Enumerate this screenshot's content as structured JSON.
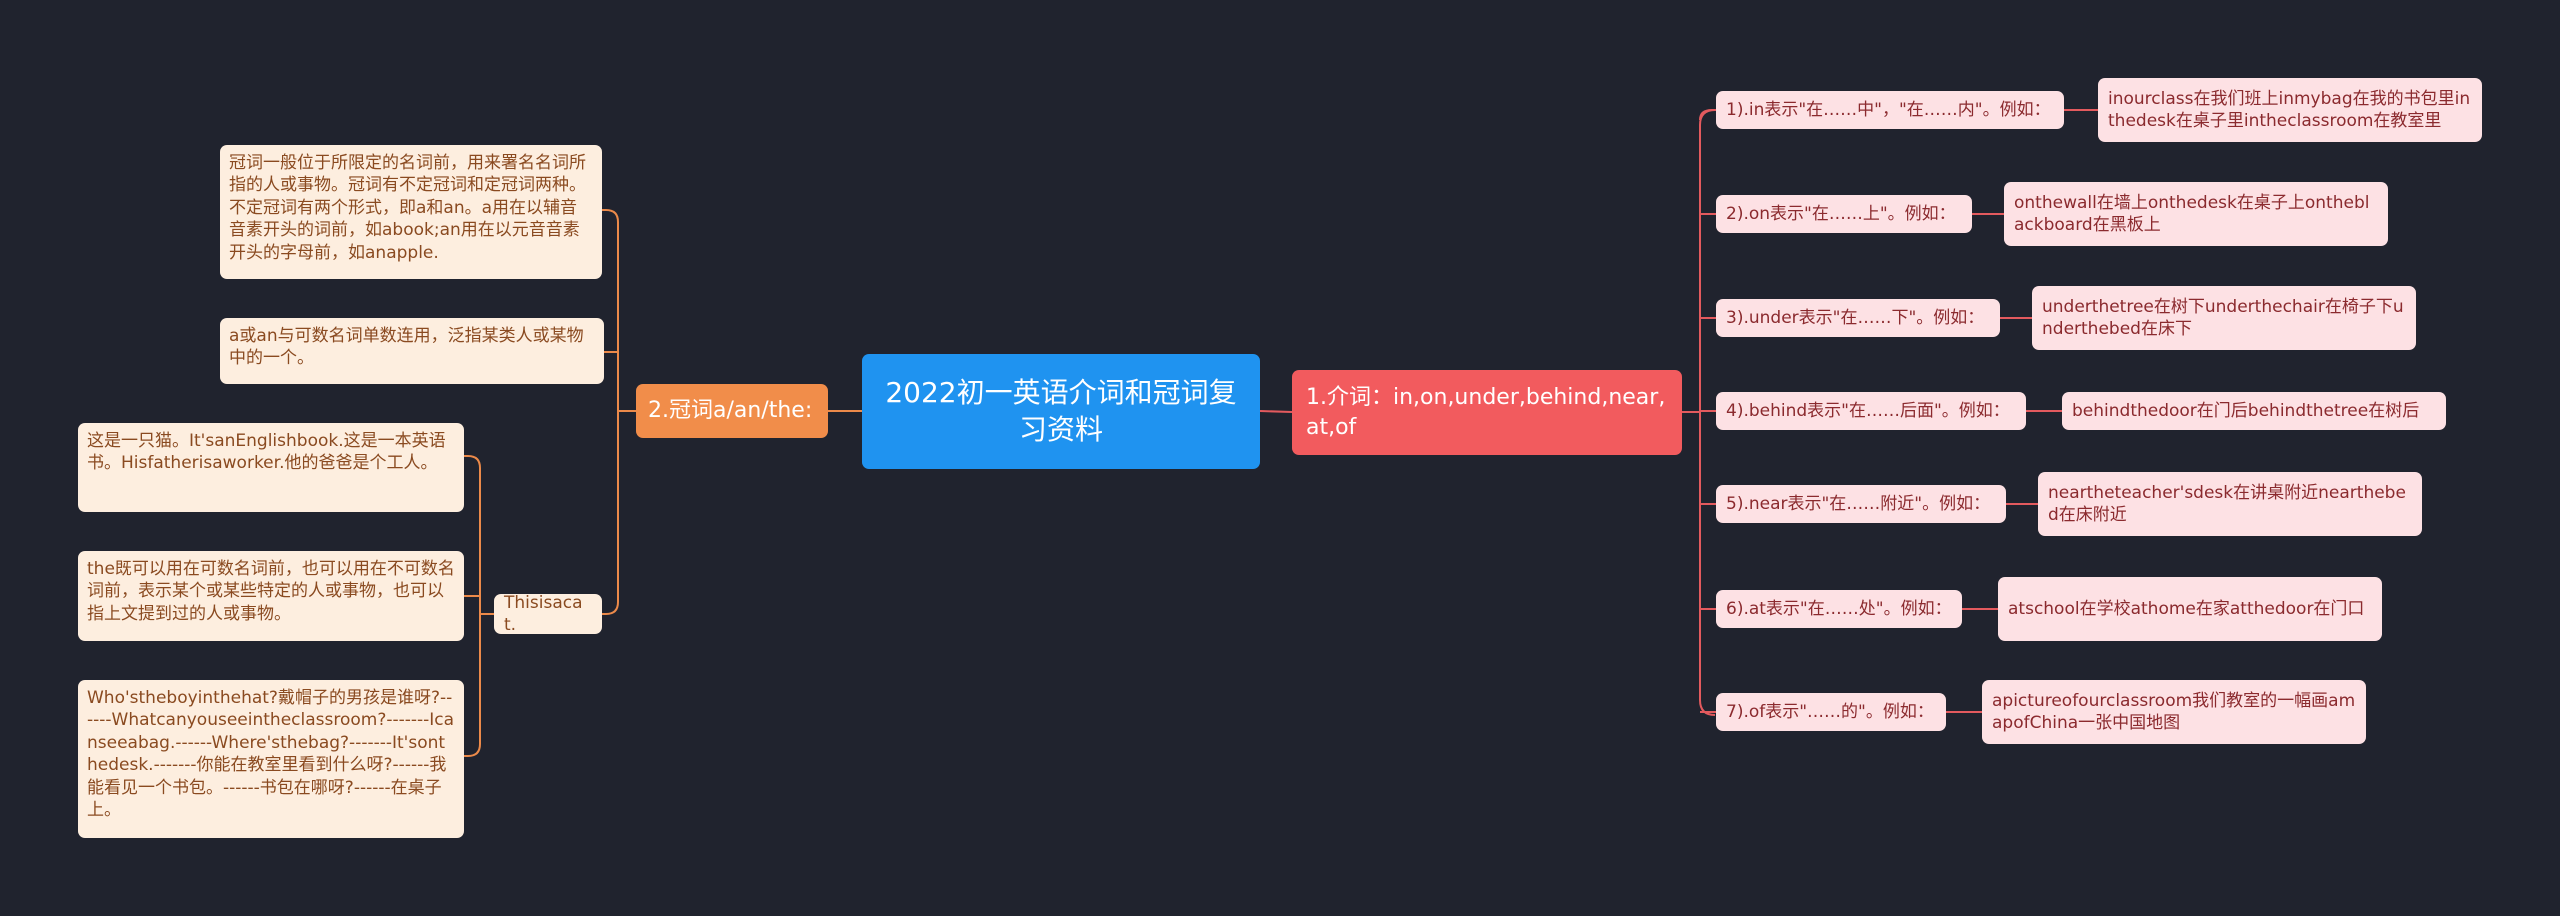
{
  "root": {
    "title": "2022初一英语介词和冠词复习资料"
  },
  "branch_prep": {
    "label": "1.介词：in,on,under,behind,near,at,of",
    "items": [
      {
        "label": "1).in表示\"在……中\"，\"在……内\"。例如：",
        "example": "inourclass在我们班上inmybag在我的书包里inthedesk在桌子里intheclassroom在教室里"
      },
      {
        "label": "2).on表示\"在……上\"。例如：",
        "example": "onthewall在墙上onthedesk在桌子上ontheblackboard在黑板上"
      },
      {
        "label": "3).under表示\"在……下\"。例如：",
        "example": "underthetree在树下underthechair在椅子下underthebed在床下"
      },
      {
        "label": "4).behind表示\"在……后面\"。例如：",
        "example": "behindthedoor在门后behindthetree在树后"
      },
      {
        "label": "5).near表示\"在……附近\"。例如：",
        "example": "neartheteacher'sdesk在讲桌附近nearthebed在床附近"
      },
      {
        "label": "6).at表示\"在……处\"。例如：",
        "example": "atschool在学校athome在家atthedoor在门口"
      },
      {
        "label": "7).of表示\"……的\"。例如：",
        "example": "apictureofourclassroom我们教室的一幅画amapofChina一张中国地图"
      }
    ]
  },
  "branch_article": {
    "label": "2.冠词a/an/the:",
    "items": [
      "冠词一般位于所限定的名词前，用来署名名词所指的人或事物。冠词有不定冠词和定冠词两种。不定冠词有两个形式，即a和an。a用在以辅音音素开头的词前，如abook;an用在以元音音素开头的字母前，如anapple.",
      "a或an与可数名词单数连用，泛指某类人或某物中的一个。"
    ],
    "sub": {
      "label": "Thisisacat.",
      "items": [
        "这是一只猫。It'sanEnglishbook.这是一本英语书。Hisfatherisaworker.他的爸爸是个工人。",
        "the既可以用在可数名词前，也可以用在不可数名词前，表示某个或某些特定的人或事物，也可以指上文提到过的人或事物。",
        "Who'stheboyinthehat?戴帽子的男孩是谁呀?------Whatcanyouseeintheclassroom?-------Icanseeabag.------Where'sthebag?-------It'sonthedesk.-------你能在教室里看到什么呀?------我能看见一个书包。------书包在哪呀?------在桌子上。"
      ]
    }
  },
  "colors": {
    "root": "#1f93f0",
    "prep": "#f25b5e",
    "article": "#f18d4a",
    "link_prep": "#e35a5e",
    "link_article": "#ec8a4a"
  }
}
